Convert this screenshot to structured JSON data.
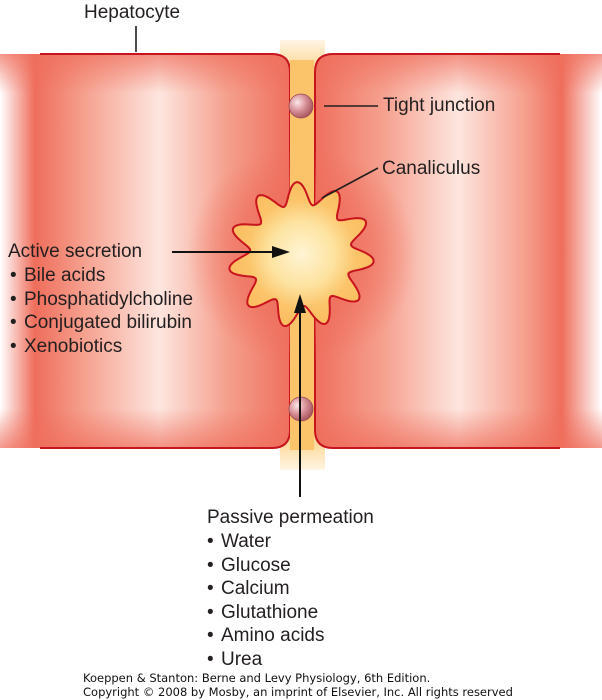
{
  "figure": {
    "title_label": "Hepatocyte",
    "labels": {
      "tight_junction": "Tight junction",
      "canaliculus": "Canaliculus"
    },
    "active_secretion": {
      "heading": "Active secretion",
      "items": [
        "Bile acids",
        "Phosphatidylcholine",
        "Conjugated bilirubin",
        "Xenobiotics"
      ]
    },
    "passive_permeation": {
      "heading": "Passive permeation",
      "items": [
        "Water",
        "Glucose",
        "Calcium",
        "Glutathione",
        "Amino acids",
        "Urea"
      ]
    },
    "colors": {
      "cell_fill": "#f07a68",
      "cell_highlight": "#fde3dc",
      "cell_border": "#c8141e",
      "canaliculus_fill": "#fcc46a",
      "canaliculus_center": "#fff3cf",
      "tight_junction": "#d9939a"
    }
  },
  "credit": {
    "line1": "Koeppen & Stanton: Berne and Levy Physiology, 6th Edition.",
    "line2": "Copyright © 2008 by Mosby, an imprint of Elsevier, Inc. All rights reserved"
  }
}
